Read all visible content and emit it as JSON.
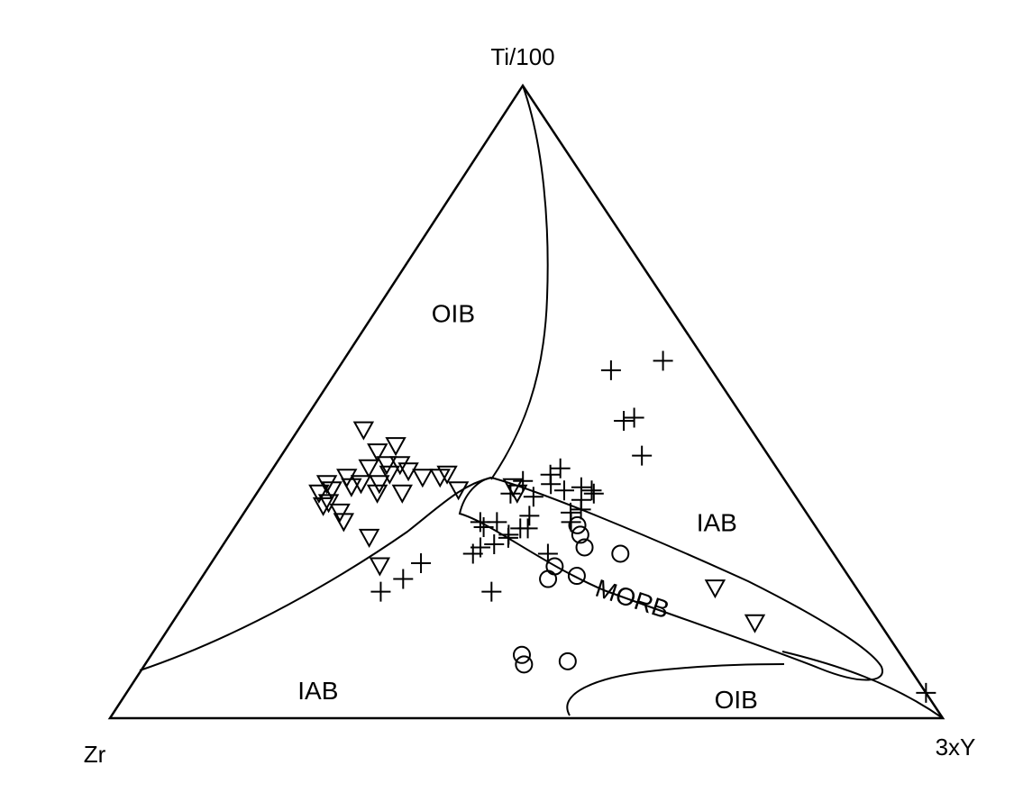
{
  "chart_data": {
    "type": "ternary-scatter",
    "vertices": {
      "top": "Ti/100",
      "left": "Zr",
      "right": "3xY"
    },
    "field_labels": [
      {
        "text": "OIB",
        "ti": 0.64,
        "zr": 0.265,
        "y": 0.095
      },
      {
        "text": "IAB",
        "ti": 0.31,
        "zr": 0.115,
        "y": 0.575
      },
      {
        "text": "MORB",
        "ti": 0.19,
        "zr": 0.28,
        "y": 0.53
      },
      {
        "text": "IAB",
        "ti": 0.044,
        "zr": 0.728,
        "y": 0.228
      },
      {
        "text": "OIB",
        "ti": 0.03,
        "zr": 0.233,
        "y": 0.737
      }
    ],
    "series": [
      {
        "marker": "plus",
        "points": [
          [
            0.55,
            0.121,
            0.329
          ],
          [
            0.565,
            0.051,
            0.384
          ],
          [
            0.475,
            0.131,
            0.394
          ],
          [
            0.47,
            0.146,
            0.384
          ],
          [
            0.415,
            0.152,
            0.433
          ],
          [
            0.375,
            0.315,
            0.31
          ],
          [
            0.355,
            0.34,
            0.305
          ],
          [
            0.35,
            0.315,
            0.335
          ],
          [
            0.36,
            0.273,
            0.367
          ],
          [
            0.365,
            0.25,
            0.385
          ],
          [
            0.36,
            0.24,
            0.4
          ],
          [
            0.355,
            0.24,
            0.405
          ],
          [
            0.345,
            0.26,
            0.395
          ],
          [
            0.33,
            0.268,
            0.402
          ],
          [
            0.325,
            0.283,
            0.392
          ],
          [
            0.31,
            0.29,
            0.4
          ],
          [
            0.32,
            0.335,
            0.345
          ],
          [
            0.31,
            0.379,
            0.311
          ],
          [
            0.302,
            0.399,
            0.299
          ],
          [
            0.31,
            0.399,
            0.291
          ],
          [
            0.3,
            0.356,
            0.344
          ],
          [
            0.3,
            0.347,
            0.353
          ],
          [
            0.29,
            0.375,
            0.335
          ],
          [
            0.285,
            0.378,
            0.337
          ],
          [
            0.275,
            0.4,
            0.325
          ],
          [
            0.27,
            0.419,
            0.311
          ],
          [
            0.26,
            0.433,
            0.307
          ],
          [
            0.26,
            0.343,
            0.397
          ],
          [
            0.245,
            0.503,
            0.252
          ],
          [
            0.22,
            0.537,
            0.243
          ],
          [
            0.2,
            0.574,
            0.226
          ],
          [
            0.2,
            0.441,
            0.359
          ],
          [
            0.385,
            0.277,
            0.338
          ],
          [
            0.37,
            0.284,
            0.346
          ],
          [
            0.395,
            0.26,
            0.345
          ],
          [
            0.04,
            0.0,
            0.96
          ]
        ]
      },
      {
        "marker": "triangle-down",
        "points": [
          [
            0.455,
            0.466,
            0.079
          ],
          [
            0.42,
            0.467,
            0.113
          ],
          [
            0.43,
            0.44,
            0.13
          ],
          [
            0.4,
            0.466,
            0.134
          ],
          [
            0.39,
            0.445,
            0.165
          ],
          [
            0.385,
            0.401,
            0.214
          ],
          [
            0.38,
            0.412,
            0.208
          ],
          [
            0.38,
            0.433,
            0.187
          ],
          [
            0.395,
            0.49,
            0.115
          ],
          [
            0.38,
            0.524,
            0.096
          ],
          [
            0.37,
            0.512,
            0.118
          ],
          [
            0.37,
            0.553,
            0.077
          ],
          [
            0.365,
            0.526,
            0.109
          ],
          [
            0.36,
            0.552,
            0.088
          ],
          [
            0.355,
            0.57,
            0.075
          ],
          [
            0.34,
            0.566,
            0.094
          ],
          [
            0.335,
            0.575,
            0.09
          ],
          [
            0.325,
            0.56,
            0.115
          ],
          [
            0.31,
            0.563,
            0.127
          ],
          [
            0.365,
            0.332,
            0.303
          ],
          [
            0.36,
            0.4,
            0.24
          ],
          [
            0.355,
            0.47,
            0.175
          ],
          [
            0.355,
            0.332,
            0.313
          ],
          [
            0.285,
            0.545,
            0.17
          ],
          [
            0.24,
            0.555,
            0.205
          ],
          [
            0.205,
            0.17,
            0.625
          ],
          [
            0.15,
            0.15,
            0.7
          ],
          [
            0.4,
            0.45,
            0.15
          ],
          [
            0.385,
            0.47,
            0.145
          ],
          [
            0.37,
            0.49,
            0.14
          ],
          [
            0.355,
            0.5,
            0.145
          ]
        ]
      },
      {
        "marker": "circle",
        "points": [
          [
            0.305,
            0.285,
            0.41
          ],
          [
            0.29,
            0.289,
            0.421
          ],
          [
            0.27,
            0.294,
            0.436
          ],
          [
            0.26,
            0.256,
            0.484
          ],
          [
            0.24,
            0.345,
            0.415
          ],
          [
            0.225,
            0.326,
            0.449
          ],
          [
            0.22,
            0.363,
            0.417
          ],
          [
            0.1,
            0.455,
            0.445
          ],
          [
            0.085,
            0.46,
            0.455
          ],
          [
            0.09,
            0.405,
            0.505
          ]
        ]
      }
    ]
  }
}
